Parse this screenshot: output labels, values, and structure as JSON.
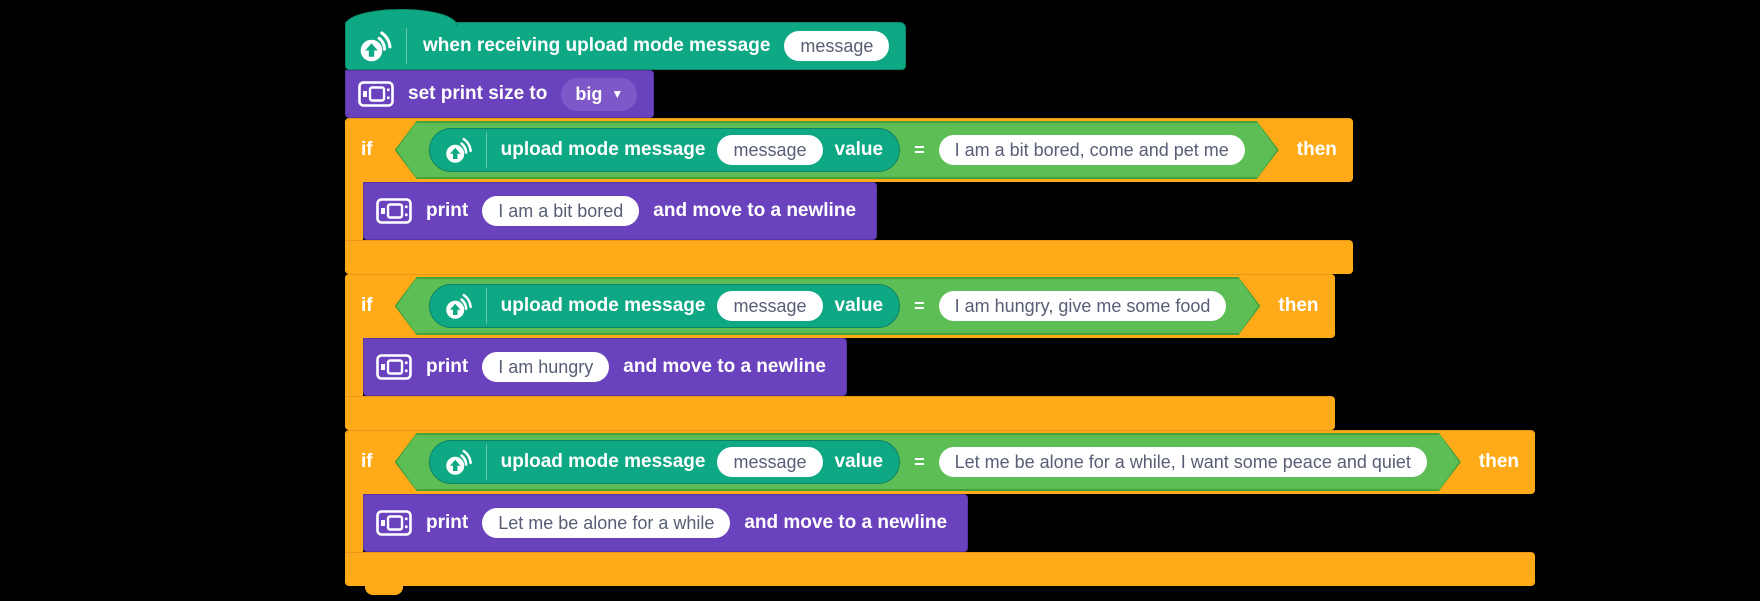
{
  "palette": {
    "event_green": "#0FA884",
    "event_green_border": "#0B8768",
    "operator_green": "#5CBE55",
    "operator_green_border": "#43A13E",
    "control_orange": "#FFAB19",
    "display_purple": "#6A42BE",
    "dropdown_purple": "#7E57C8",
    "oval_text": "#575E75"
  },
  "icons": {
    "hat_icon": "upload-broadcast-icon",
    "display_icon": "display-icon",
    "dropdown_arrow": "▼"
  },
  "script": {
    "hat": {
      "label": "when receiving upload mode message",
      "arg": "message"
    },
    "set_print_size": {
      "label": "set print size to",
      "value": "big",
      "arrow": "▼"
    },
    "branches": [
      {
        "if_label": "if",
        "then_label": "then",
        "reporter_label": "upload mode message",
        "reporter_arg": "message",
        "reporter_suffix": "value",
        "operator": "=",
        "compare_value": "I am a bit bored, come and pet me",
        "print_label": "print",
        "print_value": "I am a bit bored",
        "print_suffix": "and move to a newline"
      },
      {
        "if_label": "if",
        "then_label": "then",
        "reporter_label": "upload mode message",
        "reporter_arg": "message",
        "reporter_suffix": "value",
        "operator": "=",
        "compare_value": "I am hungry, give me some food",
        "print_label": "print",
        "print_value": "I am hungry",
        "print_suffix": "and move to a newline"
      },
      {
        "if_label": "if",
        "then_label": "then",
        "reporter_label": "upload mode message",
        "reporter_arg": "message",
        "reporter_suffix": "value",
        "operator": "=",
        "compare_value": "Let me be alone for a while, I want some peace and quiet",
        "print_label": "print",
        "print_value": "Let me be alone for a while",
        "print_suffix": "and move to a newline"
      }
    ]
  }
}
